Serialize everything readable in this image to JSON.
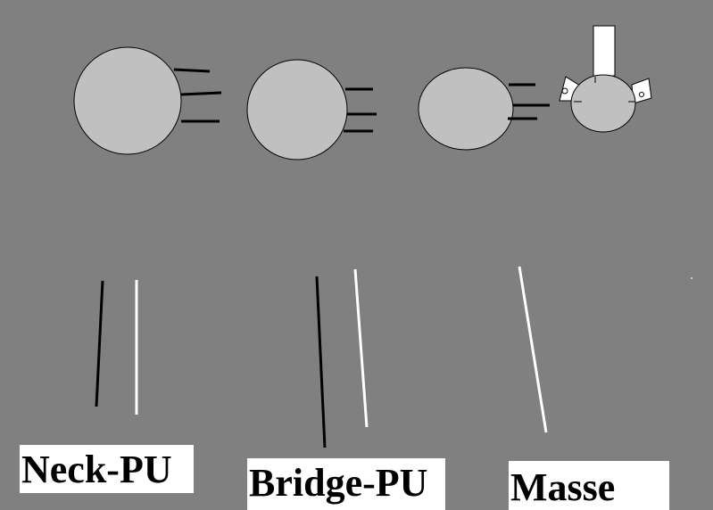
{
  "colors": {
    "background": "#808080",
    "component_fill": "#c0c0c0",
    "wire_black": "#000000",
    "wire_white": "#ffffff",
    "label_background": "#ffffff"
  },
  "labels": {
    "neck_pu": "Neck-PU",
    "bridge_pu": "Bridge-PU",
    "masse": "Masse"
  },
  "components": [
    {
      "id": "pot-1",
      "kind": "potentiometer-body",
      "lugs": 3
    },
    {
      "id": "pot-2",
      "kind": "potentiometer-body",
      "lugs": 3
    },
    {
      "id": "pot-3",
      "kind": "potentiometer-body",
      "lugs": 3
    },
    {
      "id": "switch",
      "kind": "selector-switch",
      "lugs": 2
    }
  ],
  "wires": [
    {
      "id": "neck-black",
      "color": "black",
      "group": "neck_pu"
    },
    {
      "id": "neck-white",
      "color": "white",
      "group": "neck_pu"
    },
    {
      "id": "bridge-black",
      "color": "black",
      "group": "bridge_pu"
    },
    {
      "id": "bridge-white",
      "color": "white",
      "group": "bridge_pu"
    },
    {
      "id": "masse-white",
      "color": "white",
      "group": "masse"
    }
  ]
}
